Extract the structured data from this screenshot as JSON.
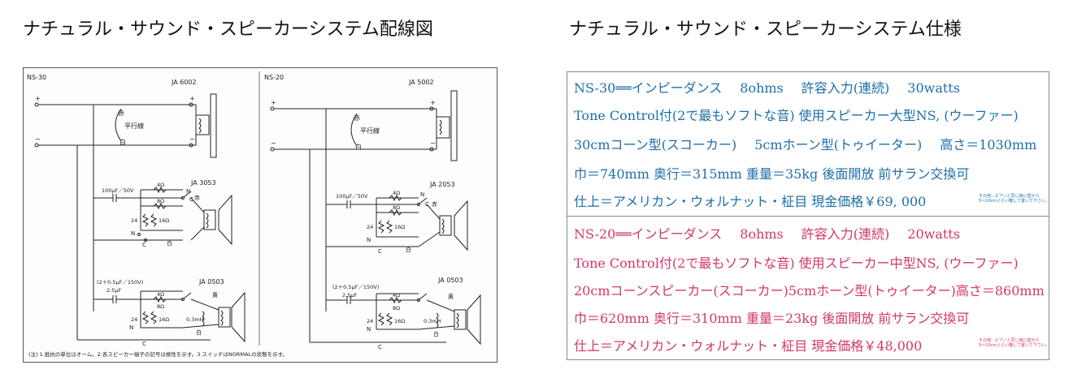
{
  "left_title": "ナチュラル・サウンド・スピーカーシステム配線図",
  "right_title": "ナチュラル・サウンド・スピーカーシステム仕様",
  "diagram": {
    "left": {
      "model": "NS-30",
      "woofer": "JA 6002",
      "squawker": "JA 3053",
      "tweeter": "JA 0503",
      "cap_mid": "100μF／50V",
      "cap_high": "(2＋0.5μF／150V)",
      "cap_high2": "2.5μF",
      "r4": "4Ω",
      "r8": "8Ω",
      "r24": "24",
      "r16": "16Ω",
      "inductor": "0.3mH",
      "red": "赤",
      "white": "白",
      "yellow": "黄",
      "parallel": "平行線",
      "plus": "+",
      "minus": "−",
      "n": "N",
      "c": "C"
    },
    "right": {
      "model": "NS-20",
      "woofer": "JA 5002",
      "squawker": "JA 2053",
      "tweeter": "JA 0503",
      "cap_mid": "100μF／50V",
      "cap_high": "(2＋0.5μF／150V)",
      "cap_high2": "2.5μF",
      "r4": "4Ω",
      "r8": "8Ω",
      "r24": "24",
      "r16": "16Ω",
      "inductor": "0.3mH",
      "red": "赤",
      "white": "白",
      "yellow": "黄",
      "parallel": "平行線",
      "plus": "+",
      "minus": "−",
      "n": "N",
      "c": "C"
    },
    "footnote": "(注) 1.抵抗の単位はオーム。2.各スピーカー端子の記号は極性を示す。3.スイッチはNORMALの状態を示す。"
  },
  "specs": {
    "ns30": {
      "line1": [
        "NS-30══インピーダンス",
        "8ohms",
        "許容入力(連続)",
        "30watts"
      ],
      "line2": "Tone Control付(2で最もソフトな音) 使用スピーカー大型NS, (ウーファー)",
      "line3": [
        "30cmコーン型(スコーカー)",
        "5cmホーン型(トゥイーター)",
        "高さ＝1030mm"
      ],
      "line4": "巾＝740mm 奥行＝315mm 重量＝35kg 後面開放 前サラン交換可",
      "line5": "仕上＝アメリカン・ウォルナット・柾目 現金価格￥69, 000",
      "note": [
        "その他…ピアノと同じ様に壁から",
        "5〜10cmぐらい離して置いて下さい。"
      ]
    },
    "ns20": {
      "line1": [
        "NS-20══インピーダンス",
        "8ohms",
        "許容入力(連続)",
        "20watts"
      ],
      "line2": "Tone Control付(2で最もソフトな音) 使用スピーカー中型NS, (ウーファー)",
      "line3": "20cmコーンスピーカー(スコーカー)5cmホーン型(トゥイーター)高さ＝860mm",
      "line4": "巾＝620mm 奥行＝310mm 重量＝23kg 後面開放 前サラン交換可",
      "line5": "仕上＝アメリカン・ウォルナット・柾目 現金価格￥48,000",
      "note": [
        "その他…ピアノと同じ様に壁から",
        "5〜10cmぐらい離して置いて下さい。"
      ]
    }
  }
}
